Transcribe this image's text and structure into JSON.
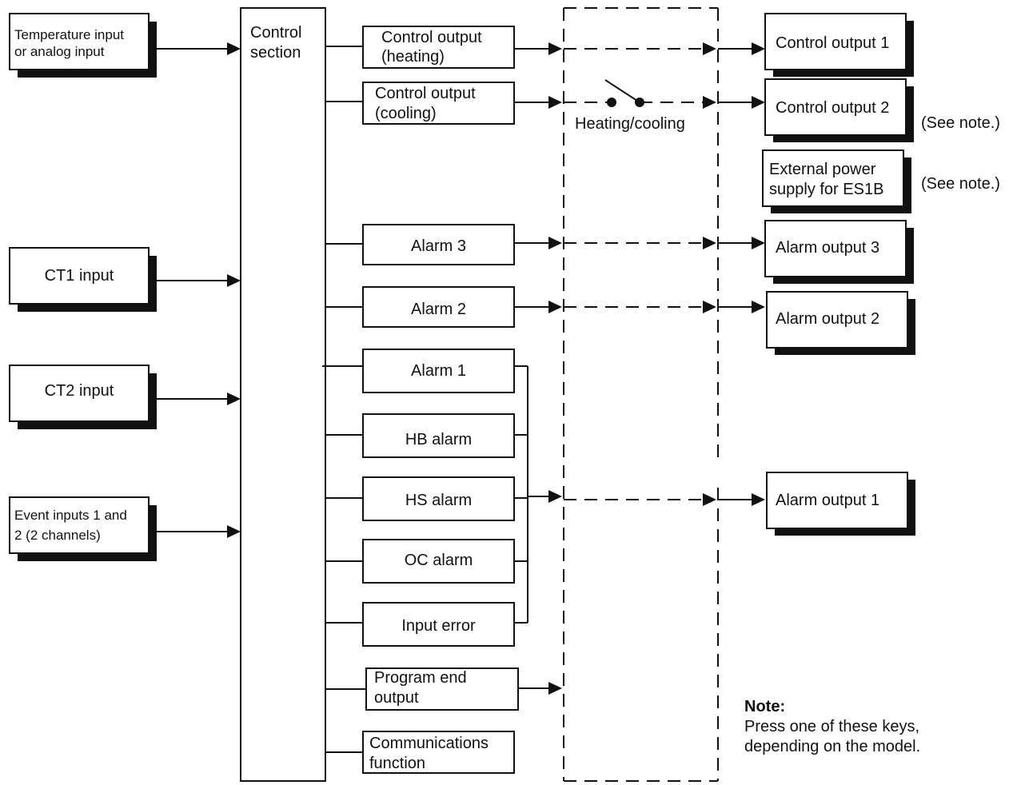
{
  "inputs": {
    "temperature": [
      "Temperature input",
      "or analog input"
    ],
    "ct1": "CT1 input",
    "ct2": "CT2 input",
    "event": [
      "Event inputs 1 and",
      "2 (2 channels)"
    ]
  },
  "control_section": [
    "Control",
    "section"
  ],
  "functions": {
    "control_heating": [
      "Control output",
      "(heating)"
    ],
    "control_cooling": [
      "Control output",
      "(cooling)"
    ],
    "alarm3": "Alarm 3",
    "alarm2": "Alarm 2",
    "alarm1": "Alarm 1",
    "hb_alarm": "HB alarm",
    "hs_alarm": "HS alarm",
    "oc_alarm": "OC alarm",
    "input_error": "Input error",
    "program_end": [
      "Program end",
      "output"
    ],
    "communications": [
      "Communications",
      "function"
    ]
  },
  "switch_label": "Heating/cooling",
  "outputs": {
    "control_output_1": "Control output 1",
    "control_output_2": "Control output 2",
    "external_power": [
      "External power",
      "supply for ES1B"
    ],
    "alarm_output_3": "Alarm output 3",
    "alarm_output_2": "Alarm output 2",
    "alarm_output_1": "Alarm output 1"
  },
  "see_note": "(See note.)",
  "note": {
    "title": "Note:",
    "lines": [
      "Press one of these keys,",
      "depending on the model."
    ]
  }
}
